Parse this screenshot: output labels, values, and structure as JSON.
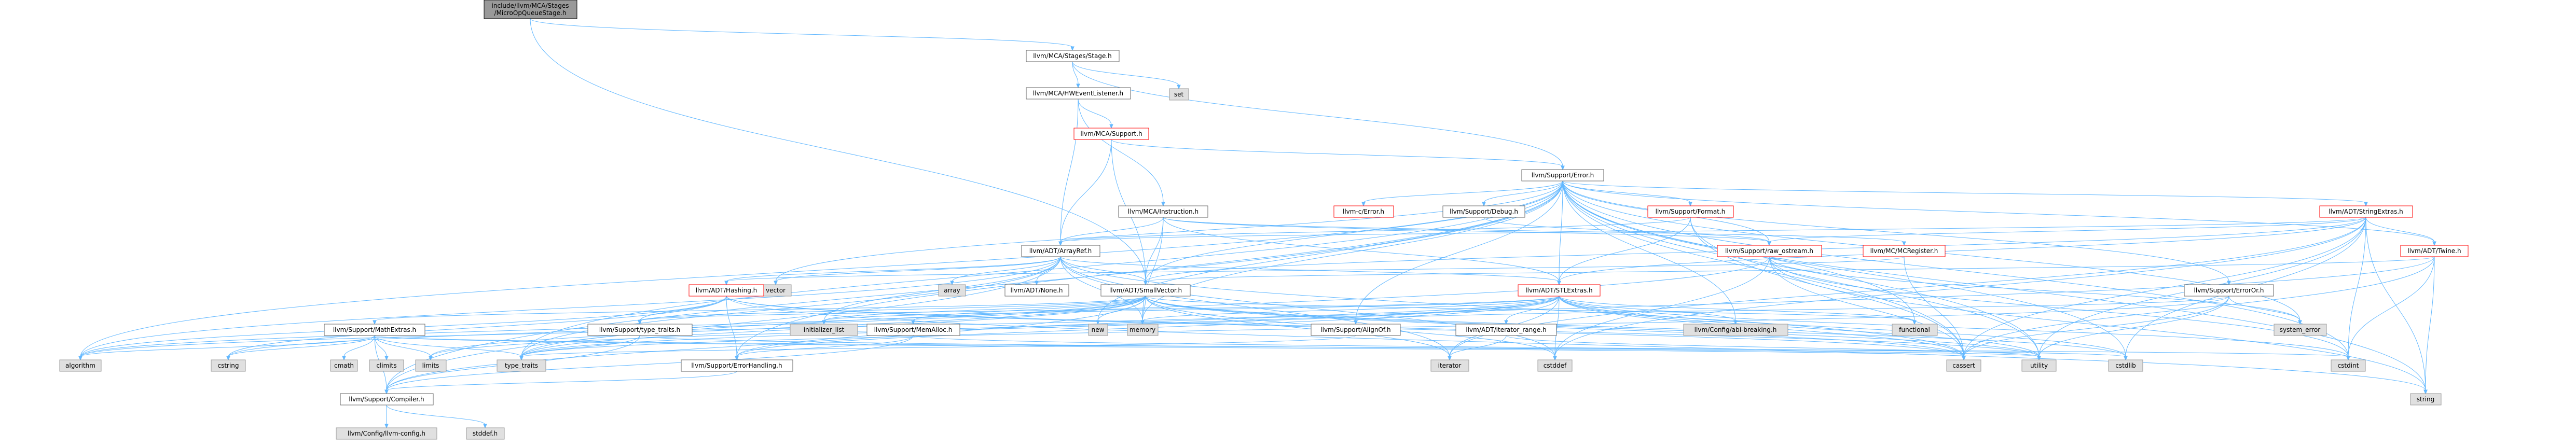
{
  "graph": {
    "nodes": [
      {
        "id": "root",
        "label": [
          "include/llvm/MCA/Stages",
          "/MicroOpQueueStage.h"
        ],
        "kind": "root"
      },
      {
        "id": "stage",
        "label": [
          "llvm/MCA/Stages/Stage.h"
        ],
        "kind": "normal"
      },
      {
        "id": "set",
        "label": [
          "set"
        ],
        "kind": "system"
      },
      {
        "id": "hwevent",
        "label": [
          "llvm/MCA/HWEventListener.h"
        ],
        "kind": "normal"
      },
      {
        "id": "mcasupport",
        "label": [
          "llvm/MCA/Support.h"
        ],
        "kind": "truncated"
      },
      {
        "id": "error",
        "label": [
          "llvm/Support/Error.h"
        ],
        "kind": "normal"
      },
      {
        "id": "instruction",
        "label": [
          "llvm/MCA/Instruction.h"
        ],
        "kind": "normal"
      },
      {
        "id": "cerror",
        "label": [
          "llvm-c/Error.h"
        ],
        "kind": "truncated"
      },
      {
        "id": "debug",
        "label": [
          "llvm/Support/Debug.h"
        ],
        "kind": "normal"
      },
      {
        "id": "format",
        "label": [
          "llvm/Support/Format.h"
        ],
        "kind": "truncated"
      },
      {
        "id": "stringextras",
        "label": [
          "llvm/ADT/StringExtras.h"
        ],
        "kind": "truncated"
      },
      {
        "id": "arrayref",
        "label": [
          "llvm/ADT/ArrayRef.h"
        ],
        "kind": "normal"
      },
      {
        "id": "rawostream",
        "label": [
          "llvm/Support/raw_ostream.h"
        ],
        "kind": "truncated"
      },
      {
        "id": "mcregister",
        "label": [
          "llvm/MC/MCRegister.h"
        ],
        "kind": "truncated"
      },
      {
        "id": "twine",
        "label": [
          "llvm/ADT/Twine.h"
        ],
        "kind": "truncated"
      },
      {
        "id": "vector",
        "label": [
          "vector"
        ],
        "kind": "system"
      },
      {
        "id": "array",
        "label": [
          "array"
        ],
        "kind": "system"
      },
      {
        "id": "none",
        "label": [
          "llvm/ADT/None.h"
        ],
        "kind": "normal"
      },
      {
        "id": "hashing",
        "label": [
          "llvm/ADT/Hashing.h"
        ],
        "kind": "truncated"
      },
      {
        "id": "smallvector",
        "label": [
          "llvm/ADT/SmallVector.h"
        ],
        "kind": "normal"
      },
      {
        "id": "stlextras",
        "label": [
          "llvm/ADT/STLExtras.h"
        ],
        "kind": "truncated"
      },
      {
        "id": "erroror",
        "label": [
          "llvm/Support/ErrorOr.h"
        ],
        "kind": "normal"
      },
      {
        "id": "mathextras",
        "label": [
          "llvm/Support/MathExtras.h"
        ],
        "kind": "normal"
      },
      {
        "id": "typetraits",
        "label": [
          "llvm/Support/type_traits.h"
        ],
        "kind": "normal"
      },
      {
        "id": "initlist",
        "label": [
          "initializer_list"
        ],
        "kind": "system"
      },
      {
        "id": "memalloc",
        "label": [
          "llvm/Support/MemAlloc.h"
        ],
        "kind": "normal"
      },
      {
        "id": "new",
        "label": [
          "new"
        ],
        "kind": "system"
      },
      {
        "id": "memory",
        "label": [
          "memory"
        ],
        "kind": "system"
      },
      {
        "id": "alignof",
        "label": [
          "llvm/Support/AlignOf.h"
        ],
        "kind": "normal"
      },
      {
        "id": "iteratorrange",
        "label": [
          "llvm/ADT/iterator_range.h"
        ],
        "kind": "normal"
      },
      {
        "id": "abibreaking",
        "label": [
          "llvm/Config/abi-breaking.h"
        ],
        "kind": "system"
      },
      {
        "id": "functional",
        "label": [
          "functional"
        ],
        "kind": "system"
      },
      {
        "id": "systemerror",
        "label": [
          "system_error"
        ],
        "kind": "system"
      },
      {
        "id": "cmath",
        "label": [
          "cmath"
        ],
        "kind": "system"
      },
      {
        "id": "climits",
        "label": [
          "climits"
        ],
        "kind": "system"
      },
      {
        "id": "limits",
        "label": [
          "limits"
        ],
        "kind": "system"
      },
      {
        "id": "errorhandling",
        "label": [
          "llvm/Support/ErrorHandling.h"
        ],
        "kind": "normal"
      },
      {
        "id": "iterator",
        "label": [
          "iterator"
        ],
        "kind": "system"
      },
      {
        "id": "cstddef",
        "label": [
          "cstddef"
        ],
        "kind": "system"
      },
      {
        "id": "cassert",
        "label": [
          "cassert"
        ],
        "kind": "system"
      },
      {
        "id": "utility",
        "label": [
          "utility"
        ],
        "kind": "system"
      },
      {
        "id": "cstdlib",
        "label": [
          "cstdlib"
        ],
        "kind": "system"
      },
      {
        "id": "cstdint",
        "label": [
          "cstdint"
        ],
        "kind": "system"
      },
      {
        "id": "algorithm",
        "label": [
          "algorithm"
        ],
        "kind": "system"
      },
      {
        "id": "cstring",
        "label": [
          "cstring"
        ],
        "kind": "system"
      },
      {
        "id": "typetraitsstd",
        "label": [
          "type_traits"
        ],
        "kind": "system"
      },
      {
        "id": "string",
        "label": [
          "string"
        ],
        "kind": "system"
      },
      {
        "id": "compiler",
        "label": [
          "llvm/Support/Compiler.h"
        ],
        "kind": "normal"
      },
      {
        "id": "llvmconfig",
        "label": [
          "llvm/Config/llvm-config.h"
        ],
        "kind": "system"
      },
      {
        "id": "stddef",
        "label": [
          "stddef.h"
        ],
        "kind": "system"
      }
    ],
    "edges": [
      [
        "root",
        "stage"
      ],
      [
        "root",
        "smallvector"
      ],
      [
        "stage",
        "set"
      ],
      [
        "stage",
        "hwevent"
      ],
      [
        "stage",
        "error"
      ],
      [
        "hwevent",
        "mcasupport"
      ],
      [
        "hwevent",
        "instruction"
      ],
      [
        "hwevent",
        "arrayref"
      ],
      [
        "mcasupport",
        "arrayref"
      ],
      [
        "mcasupport",
        "smallvector"
      ],
      [
        "mcasupport",
        "error"
      ],
      [
        "instruction",
        "arrayref"
      ],
      [
        "instruction",
        "stlextras"
      ],
      [
        "instruction",
        "smallvector"
      ],
      [
        "instruction",
        "mcregister"
      ],
      [
        "instruction",
        "rawostream"
      ],
      [
        "instruction",
        "memory"
      ],
      [
        "error",
        "cerror"
      ],
      [
        "error",
        "debug"
      ],
      [
        "error",
        "format"
      ],
      [
        "error",
        "stringextras"
      ],
      [
        "error",
        "twine"
      ],
      [
        "error",
        "rawostream"
      ],
      [
        "error",
        "stlextras"
      ],
      [
        "error",
        "smallvector"
      ],
      [
        "error",
        "erroror"
      ],
      [
        "error",
        "alignof"
      ],
      [
        "error",
        "abibreaking"
      ],
      [
        "error",
        "compiler"
      ],
      [
        "error",
        "errorhandling"
      ],
      [
        "error",
        "cassert"
      ],
      [
        "error",
        "cstdint"
      ],
      [
        "error",
        "cstdlib"
      ],
      [
        "error",
        "functional"
      ],
      [
        "error",
        "memory"
      ],
      [
        "error",
        "new"
      ],
      [
        "error",
        "string"
      ],
      [
        "error",
        "systemerror"
      ],
      [
        "error",
        "typetraitsstd"
      ],
      [
        "error",
        "utility"
      ],
      [
        "error",
        "vector"
      ],
      [
        "error",
        "algorithm"
      ],
      [
        "format",
        "arrayref"
      ],
      [
        "format",
        "stlextras"
      ],
      [
        "format",
        "cassert"
      ],
      [
        "format",
        "utility"
      ],
      [
        "stringextras",
        "arrayref"
      ],
      [
        "stringextras",
        "smallvector"
      ],
      [
        "stringextras",
        "rawostream"
      ],
      [
        "stringextras",
        "twine"
      ],
      [
        "stringextras",
        "cassert"
      ],
      [
        "stringextras",
        "cstddef"
      ],
      [
        "stringextras",
        "cstdint"
      ],
      [
        "stringextras",
        "cstdlib"
      ],
      [
        "stringextras",
        "iterator"
      ],
      [
        "stringextras",
        "string"
      ],
      [
        "stringextras",
        "utility"
      ],
      [
        "stringextras",
        "stlextras"
      ],
      [
        "twine",
        "smallvector"
      ],
      [
        "twine",
        "errorhandling"
      ],
      [
        "twine",
        "cassert"
      ],
      [
        "twine",
        "cstdint"
      ],
      [
        "twine",
        "string"
      ],
      [
        "rawostream",
        "cassert"
      ],
      [
        "rawostream",
        "cstddef"
      ],
      [
        "rawostream",
        "cstdint"
      ],
      [
        "rawostream",
        "string"
      ],
      [
        "rawostream",
        "systemerror"
      ],
      [
        "rawostream",
        "typetraitsstd"
      ],
      [
        "mcregister",
        "hashing"
      ],
      [
        "mcregister",
        "cassert"
      ],
      [
        "arrayref",
        "hashing"
      ],
      [
        "arrayref",
        "none"
      ],
      [
        "arrayref",
        "smallvector"
      ],
      [
        "arrayref",
        "stlextras"
      ],
      [
        "arrayref",
        "compiler"
      ],
      [
        "arrayref",
        "algorithm"
      ],
      [
        "arrayref",
        "array"
      ],
      [
        "arrayref",
        "cassert"
      ],
      [
        "arrayref",
        "cstddef"
      ],
      [
        "arrayref",
        "initlist"
      ],
      [
        "arrayref",
        "iterator"
      ],
      [
        "arrayref",
        "memory"
      ],
      [
        "arrayref",
        "typetraitsstd"
      ],
      [
        "arrayref",
        "vector"
      ],
      [
        "hashing",
        "errorhandling"
      ],
      [
        "hashing",
        "typetraits"
      ],
      [
        "hashing",
        "algorithm"
      ],
      [
        "hashing",
        "cassert"
      ],
      [
        "hashing",
        "cstring"
      ],
      [
        "hashing",
        "string"
      ],
      [
        "hashing",
        "utility"
      ],
      [
        "smallvector",
        "compiler"
      ],
      [
        "smallvector",
        "memalloc"
      ],
      [
        "smallvector",
        "typetraits"
      ],
      [
        "smallvector",
        "algorithm"
      ],
      [
        "smallvector",
        "cassert"
      ],
      [
        "smallvector",
        "cstddef"
      ],
      [
        "smallvector",
        "cstdlib"
      ],
      [
        "smallvector",
        "cstring"
      ],
      [
        "smallvector",
        "functional"
      ],
      [
        "smallvector",
        "initlist"
      ],
      [
        "smallvector",
        "iterator"
      ],
      [
        "smallvector",
        "limits"
      ],
      [
        "smallvector",
        "memory"
      ],
      [
        "smallvector",
        "new"
      ],
      [
        "smallvector",
        "typetraitsstd"
      ],
      [
        "smallvector",
        "utility"
      ],
      [
        "stlextras",
        "iteratorrange"
      ],
      [
        "stlextras",
        "typetraits"
      ],
      [
        "stlextras",
        "errorhandling"
      ],
      [
        "stlextras",
        "abibreaking"
      ],
      [
        "stlextras",
        "algorithm"
      ],
      [
        "stlextras",
        "cassert"
      ],
      [
        "stlextras",
        "cstddef"
      ],
      [
        "stlextras",
        "cstdint"
      ],
      [
        "stlextras",
        "cstdlib"
      ],
      [
        "stlextras",
        "functional"
      ],
      [
        "stlextras",
        "initlist"
      ],
      [
        "stlextras",
        "iterator"
      ],
      [
        "stlextras",
        "limits"
      ],
      [
        "stlextras",
        "memory"
      ],
      [
        "stlextras",
        "typetraitsstd"
      ],
      [
        "stlextras",
        "utility"
      ],
      [
        "erroror",
        "alignof"
      ],
      [
        "erroror",
        "cassert"
      ],
      [
        "erroror",
        "systemerror"
      ],
      [
        "erroror",
        "typetraitsstd"
      ],
      [
        "erroror",
        "utility"
      ],
      [
        "mathextras",
        "compiler"
      ],
      [
        "mathextras",
        "typetraitsstd"
      ],
      [
        "mathextras",
        "algorithm"
      ],
      [
        "mathextras",
        "cassert"
      ],
      [
        "mathextras",
        "climits"
      ],
      [
        "mathextras",
        "cmath"
      ],
      [
        "mathextras",
        "cstdint"
      ],
      [
        "mathextras",
        "cstring"
      ],
      [
        "mathextras",
        "limits"
      ],
      [
        "typetraits",
        "compiler"
      ],
      [
        "typetraits",
        "typetraitsstd"
      ],
      [
        "typetraits",
        "utility"
      ],
      [
        "memalloc",
        "compiler"
      ],
      [
        "memalloc",
        "errorhandling"
      ],
      [
        "memalloc",
        "cstdlib"
      ],
      [
        "alignof",
        "typetraitsstd"
      ],
      [
        "iteratorrange",
        "iterator"
      ],
      [
        "iteratorrange",
        "utility"
      ],
      [
        "errorhandling",
        "compiler"
      ],
      [
        "compiler",
        "llvmconfig"
      ],
      [
        "compiler",
        "stddef"
      ],
      [
        "debug",
        "rawostream"
      ],
      [
        "smallvector",
        "mathextras"
      ]
    ]
  },
  "colors": {
    "edge": "#63b8ff",
    "normal_fill": "#ffffff",
    "normal_border": "#666666",
    "root_fill": "#999999",
    "system_fill": "#e0e0e0",
    "system_border": "#999999",
    "truncated_border": "#ff0000"
  }
}
